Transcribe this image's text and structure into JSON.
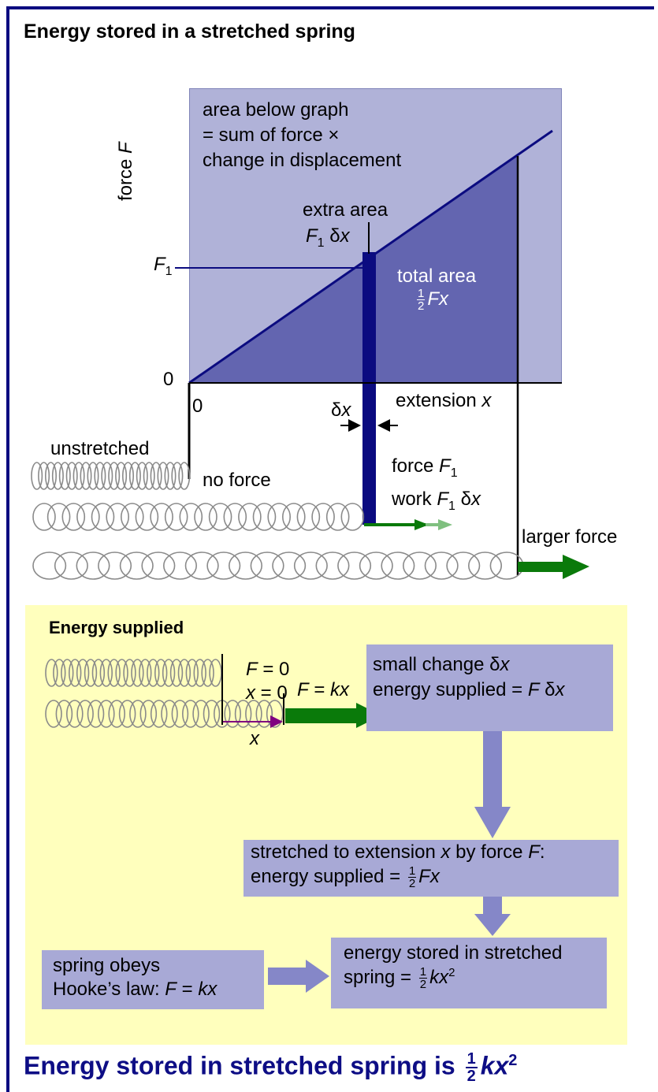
{
  "title": "Energy stored in a stretched spring",
  "graph": {
    "area_note_1": "area below graph",
    "area_note_2": "= sum of force ×",
    "area_note_3": "change in displacement",
    "y_axis_label": "force ",
    "y_axis_var": "F",
    "f1": "F",
    "f1_sub": "1",
    "zero_y": "0",
    "zero_x": "0",
    "extra_area": "extra area",
    "extra_area_F": "F",
    "extra_area_sub": "1",
    "extra_area_dx": " δ",
    "extra_area_x": "x",
    "total_area": "total area",
    "total_num": "1",
    "total_den": "2",
    "total_expr": "Fx",
    "dx_delta": "δ",
    "dx_x": "x",
    "x_axis_label": "extension ",
    "x_axis_var": "x"
  },
  "springs": {
    "unstretched": "unstretched",
    "no_force": "no force",
    "force_label": "force ",
    "force_F": "F",
    "force_sub": "1",
    "work_label": "work ",
    "work_F": "F",
    "work_sub": "1",
    "work_dx": " δ",
    "work_x": "x",
    "larger_force": "larger force"
  },
  "energy_supplied": {
    "heading": "Energy supplied",
    "f_eq_0_F": "F",
    "f_eq_0_rest": " = 0",
    "x_eq_0_x": "x",
    "x_eq_0_rest": " = 0",
    "f_kx_F": "F",
    "f_kx_eq": " = ",
    "f_kx_kx": "kx",
    "x_label": "x",
    "box1_line1_a": "small change δ",
    "box1_line1_x": "x",
    "box1_line2_a": "energy supplied = ",
    "box1_line2_F": "F",
    "box1_line2_dx": " δ",
    "box1_line2_x": "x",
    "box2_line1_a": "stretched to extension ",
    "box2_line1_x": "x",
    "box2_line1_b": " by force ",
    "box2_line1_F": "F",
    "box2_line1_c": ":",
    "box2_line2_a": "energy supplied = ",
    "box2_num": "1",
    "box2_den": "2",
    "box2_expr": "Fx",
    "box3_line1": "spring obeys",
    "box3_line2_a": "Hooke’s law: ",
    "box3_line2_F": "F",
    "box3_line2_eq": " = ",
    "box3_line2_kx": "kx",
    "box4_line1": "energy stored in stretched",
    "box4_line2_a": "spring = ",
    "box4_num": "1",
    "box4_den": "2",
    "box4_kx": "kx",
    "box4_sup": "2"
  },
  "bottom": {
    "text": "Energy stored in stretched spring is ",
    "num": "1",
    "den": "2",
    "kx": "kx",
    "sup": "2"
  },
  "colors": {
    "navy": "#0b0b80",
    "graph_bg": "#b0b2d8",
    "triangle": "#6365b0",
    "box": "#a8a9d6",
    "arrow_box": "#8587c8",
    "green": "#0a7a0a",
    "light_green": "#7fc07f",
    "yellow": "#ffffbd",
    "purple": "#800080"
  }
}
